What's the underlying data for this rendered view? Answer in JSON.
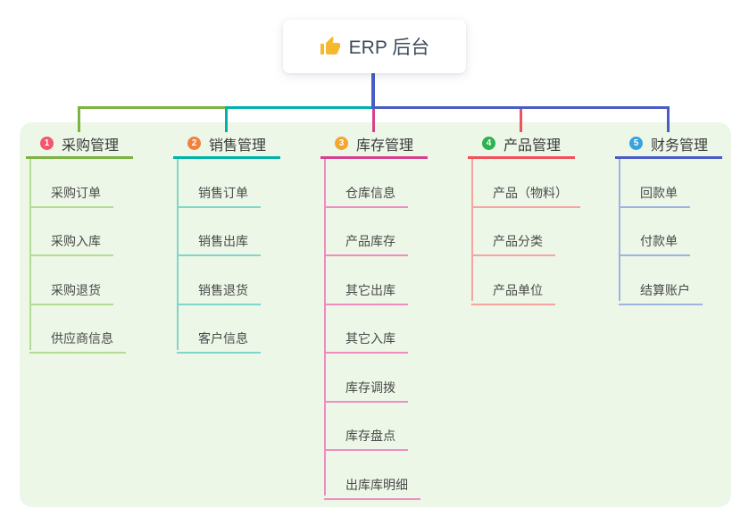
{
  "root": {
    "title": "ERP 后台",
    "icon": "thumbs-up-icon",
    "icon_color": "#f5b82e"
  },
  "canvas": {
    "page_bg": "#ffffff",
    "panel_bg": "#ecf7e7",
    "root_line_color": "#4a5cc5"
  },
  "branches": [
    {
      "index": "1",
      "label": "采购管理",
      "badge_color": "#f4566b",
      "line_color": "#7cb342",
      "sub_line_color": "#b2dc92",
      "children": [
        "采购订单",
        "采购入库",
        "采购退货",
        "供应商信息"
      ]
    },
    {
      "index": "2",
      "label": "销售管理",
      "badge_color": "#f0823f",
      "line_color": "#00b3a9",
      "sub_line_color": "#7fd6c9",
      "children": [
        "销售订单",
        "销售出库",
        "销售退货",
        "客户信息"
      ]
    },
    {
      "index": "3",
      "label": "库存管理",
      "badge_color": "#f2a732",
      "line_color": "#d6418f",
      "sub_line_color": "#f08cc0",
      "children": [
        "仓库信息",
        "产品库存",
        "其它出库",
        "其它入库",
        "库存调拨",
        "库存盘点",
        "出库库明细"
      ]
    },
    {
      "index": "4",
      "label": "产品管理",
      "badge_color": "#2db24f",
      "line_color": "#f0525b",
      "sub_line_color": "#f7a3a0",
      "children": [
        "产品（物料）",
        "产品分类",
        "产品单位"
      ]
    },
    {
      "index": "5",
      "label": "财务管理",
      "badge_color": "#3aa3de",
      "line_color": "#4a5cc5",
      "sub_line_color": "#9fb3e0",
      "children": [
        "回款单",
        "付款单",
        "结算账户"
      ]
    }
  ]
}
